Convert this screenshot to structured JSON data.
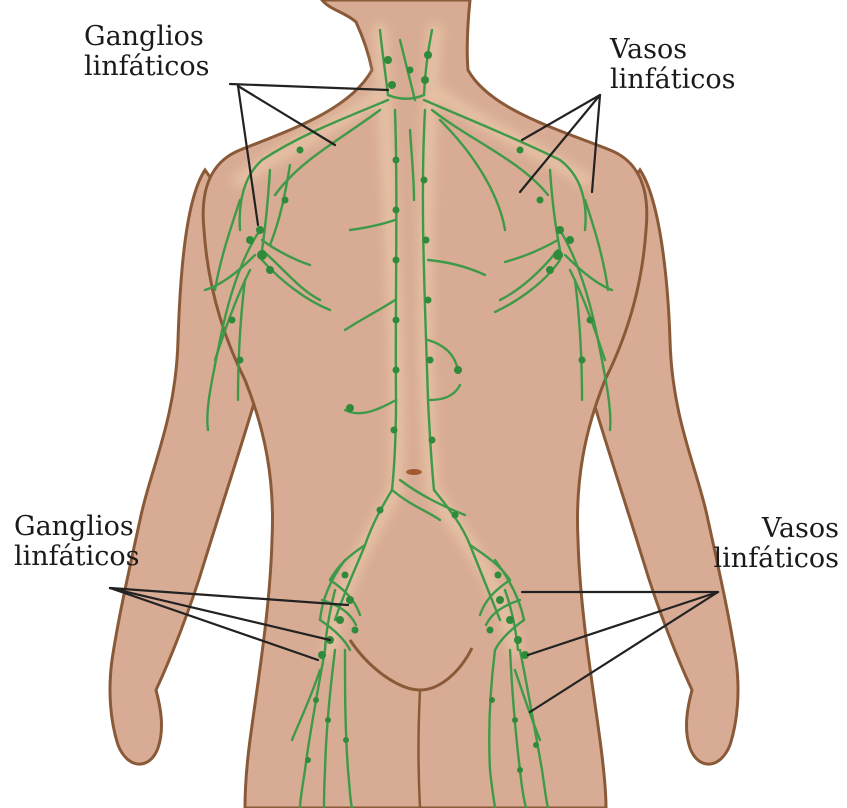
{
  "labels": {
    "top_left": {
      "line1": "Ganglios",
      "line2": "linfáticos"
    },
    "top_right": {
      "line1": "Vasos",
      "line2": "linfáticos"
    },
    "bottom_left": {
      "line1": "Ganglios",
      "line2": "linfáticos"
    },
    "bottom_right": {
      "line1": "Vasos",
      "line2": "linfáticos"
    }
  },
  "colors": {
    "skin": "#d8ac94",
    "outline": "#8a5a38",
    "lymph": "#3e9a48",
    "node": "#2f8a3a",
    "leader": "#222222"
  }
}
